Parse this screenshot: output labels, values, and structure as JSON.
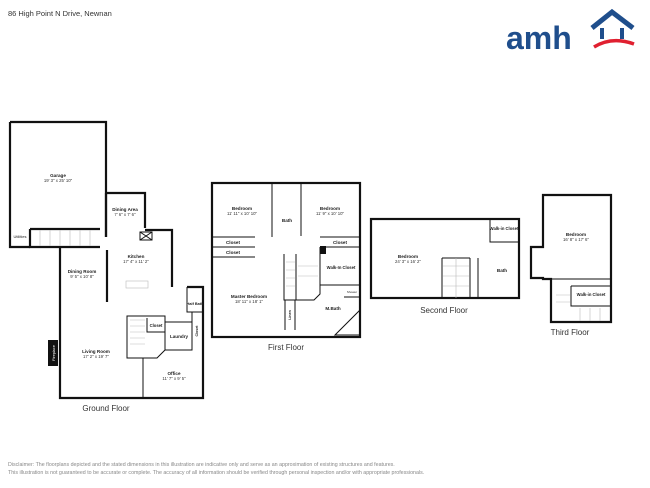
{
  "header": {
    "address": "86 High Point N Drive, Newnan"
  },
  "logo": {
    "text": "amh",
    "brand_blue": "#1f4e8c",
    "brand_red": "#e02030"
  },
  "floors": {
    "ground": {
      "label": "Ground Floor",
      "rooms": {
        "garage": {
          "name": "Garage",
          "dims": "19' 3\" x 25' 10\""
        },
        "utilities": {
          "name": "Utilities"
        },
        "dining_area": {
          "name": "Dining Area",
          "dims": "7' 6\" x 7' 6\""
        },
        "kitchen": {
          "name": "Kitchen",
          "dims": "17' 4\" x 11' 2\""
        },
        "dining_room": {
          "name": "Dining Room",
          "dims": "9' 5\" x 10' 8\""
        },
        "half_bath": {
          "name": "Half Bath"
        },
        "closet": {
          "name": "Closet"
        },
        "laundry": {
          "name": "Laundry"
        },
        "closet2": {
          "name": "Closet"
        },
        "living_room": {
          "name": "Living Room",
          "dims": "17' 2\" x 19' 7\""
        },
        "fireplace": {
          "name": "Fireplace"
        },
        "office": {
          "name": "Office",
          "dims": "11' 7\" x 9' 5\""
        }
      }
    },
    "first": {
      "label": "First Floor",
      "rooms": {
        "bedroom1": {
          "name": "Bedroom",
          "dims": "11' 11\" x 10' 10\""
        },
        "bath": {
          "name": "Bath"
        },
        "bedroom2": {
          "name": "Bedroom",
          "dims": "11' 9\" x 10' 10\""
        },
        "closet1": {
          "name": "Closet"
        },
        "closet2": {
          "name": "Closet"
        },
        "closet3": {
          "name": "Closet"
        },
        "walkin": {
          "name": "Walk-In Closet"
        },
        "master": {
          "name": "Master Bedroom",
          "dims": "18' 11\" x 18' 1\""
        },
        "linen": {
          "name": "Linen"
        },
        "shower": {
          "name": "Shower"
        },
        "mbath": {
          "name": "M.Bath"
        }
      }
    },
    "second": {
      "label": "Second Floor",
      "rooms": {
        "bedroom": {
          "name": "Bedroom",
          "dims": "24' 3\" x 16' 2\""
        },
        "walkin": {
          "name": "Walk-in Closet"
        },
        "bath": {
          "name": "Bath"
        }
      }
    },
    "third": {
      "label": "Third Floor",
      "rooms": {
        "bedroom": {
          "name": "Bedroom",
          "dims": "16' 8\" x 17' 6\""
        },
        "walkin": {
          "name": "Walk-in Closet"
        }
      }
    }
  },
  "disclaimer": {
    "line1": "Disclaimer: The floorplans depicted and the stated dimensions in this illustration are indicative only and serve as an approximation of existing structures and features.",
    "line2": "This illustration is not guaranteed to be accurate or complete. The accuracy of all information should be verified through personal inspection and/or with appropriate professionals."
  }
}
